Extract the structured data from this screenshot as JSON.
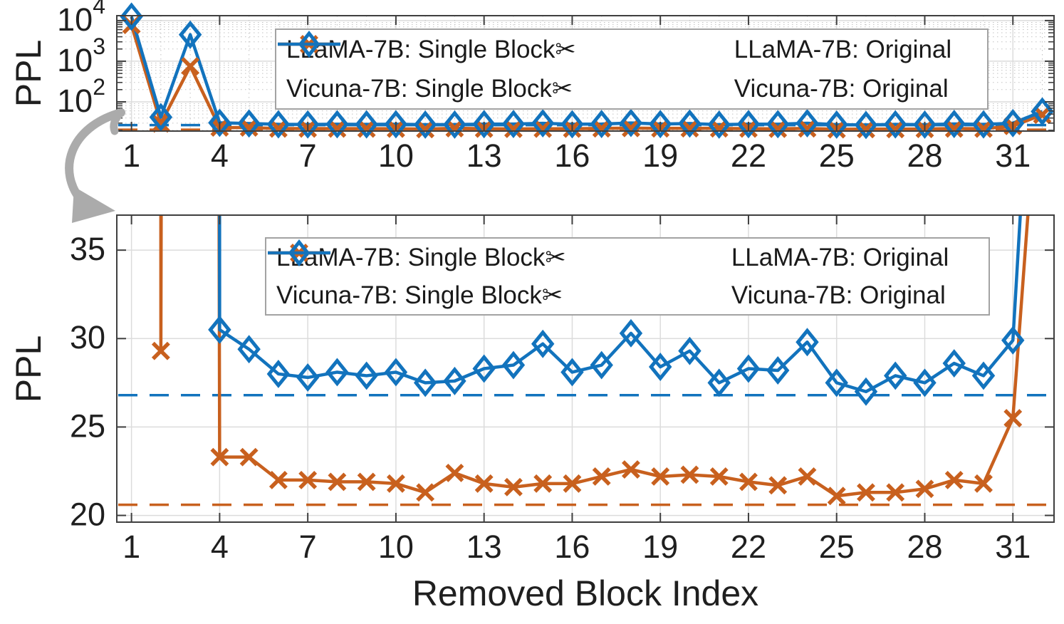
{
  "labels": {
    "ylabel": "PPL",
    "xlabel": "Removed Block Index"
  },
  "legend": {
    "entries": [
      {
        "label": "LLaMA-7B: Single Block✂",
        "style": "solid-x",
        "color": "#c8601e"
      },
      {
        "label": "Vicuna-7B: Single Block✂",
        "style": "solid-diamond",
        "color": "#1273bd"
      },
      {
        "label": "LLaMA-7B: Original",
        "style": "dashed",
        "color": "#c8601e"
      },
      {
        "label": "Vicuna-7B: Original",
        "style": "dashed",
        "color": "#1273bd"
      }
    ]
  },
  "colors": {
    "llama_orange": "#c8601e",
    "vicuna_blue": "#1273bd",
    "major_grid": "#dcdcdc",
    "minor_grid": "#c2c2c2",
    "axis_box": "#3f3f3f",
    "zoom_arrow_gray": "#ababab"
  },
  "chart_data": [
    {
      "type": "line",
      "view": "overview-log-scale",
      "title": "",
      "xlabel": "",
      "ylabel": "PPL",
      "x": [
        1,
        2,
        3,
        4,
        5,
        6,
        7,
        8,
        9,
        10,
        11,
        12,
        13,
        14,
        15,
        16,
        17,
        18,
        19,
        20,
        21,
        22,
        23,
        24,
        25,
        26,
        27,
        28,
        29,
        30,
        31,
        32
      ],
      "series": [
        {
          "name": "LLaMA-7B: Single Block✂",
          "color": "#c8601e",
          "marker": "x",
          "style": "solid",
          "values": [
            7800,
            29.3,
            750,
            23.3,
            23.3,
            22.0,
            22.0,
            21.9,
            21.9,
            21.8,
            21.3,
            22.4,
            21.8,
            21.6,
            21.8,
            21.8,
            22.2,
            22.6,
            22.2,
            22.3,
            22.2,
            21.9,
            21.7,
            22.2,
            21.1,
            21.3,
            21.3,
            21.5,
            22.0,
            21.8,
            25.5,
            48
          ]
        },
        {
          "name": "Vicuna-7B: Single Block✂",
          "color": "#1273bd",
          "marker": "diamond",
          "style": "solid",
          "values": [
            12500,
            42,
            4500,
            30.5,
            29.4,
            28.0,
            27.8,
            28.1,
            27.9,
            28.1,
            27.5,
            27.6,
            28.3,
            28.5,
            29.7,
            28.1,
            28.5,
            30.3,
            28.4,
            29.3,
            27.5,
            28.3,
            28.2,
            29.8,
            27.5,
            27.0,
            27.9,
            27.5,
            28.6,
            27.9,
            29.9,
            58
          ]
        },
        {
          "name": "LLaMA-7B: Original",
          "color": "#c8601e",
          "style": "dashed",
          "constant": 20.6
        },
        {
          "name": "Vicuna-7B: Original",
          "color": "#1273bd",
          "style": "dashed",
          "constant": 26.8
        }
      ],
      "yscale": "log",
      "ylim": [
        19.1,
        13200
      ],
      "yticks": [
        100,
        1000,
        10000
      ],
      "ytick_labels": [
        "10^2",
        "10^3",
        "10^4"
      ],
      "xlim": [
        0.5,
        32.4
      ],
      "xticks": [
        1,
        4,
        7,
        10,
        13,
        16,
        19,
        22,
        25,
        28,
        31
      ],
      "grid": "major-solid + minor-dotted",
      "legend_position": "upper-center-right"
    },
    {
      "type": "line",
      "view": "zoomed-linear-scale",
      "title": "",
      "xlabel": "Removed Block Index",
      "ylabel": "PPL",
      "series_from": 0,
      "series_note": "identical data to overview plot; zoomed view indicated by gray arrow",
      "yscale": "linear",
      "ylim": [
        19.62,
        36.98
      ],
      "yticks": [
        20,
        25,
        30,
        35
      ],
      "ytick_labels": [
        "20",
        "25",
        "30",
        "35"
      ],
      "xlim": [
        0.5,
        32.4
      ],
      "xticks": [
        1,
        4,
        7,
        10,
        13,
        16,
        19,
        22,
        25,
        28,
        31
      ],
      "grid": "major-solid",
      "legend_position": "upper-center-right"
    }
  ]
}
